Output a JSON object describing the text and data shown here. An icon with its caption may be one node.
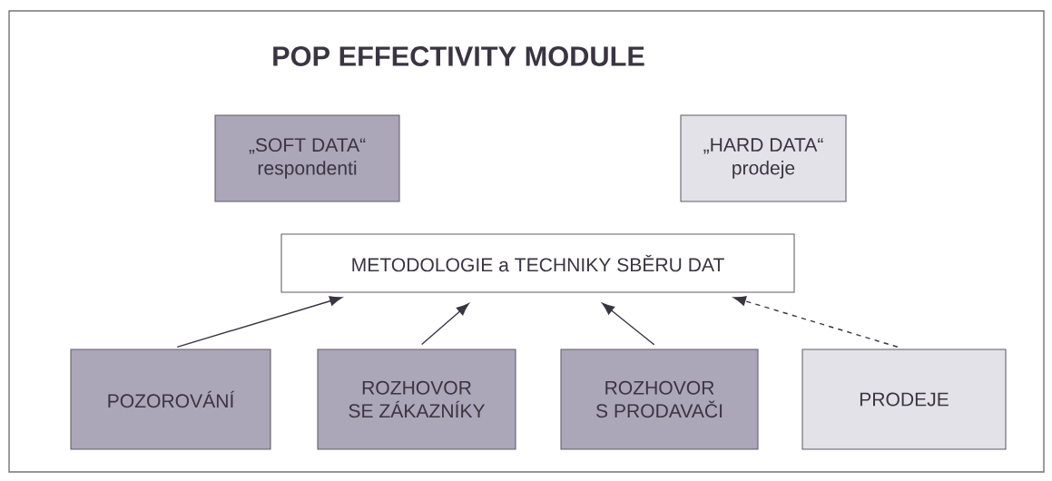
{
  "diagram": {
    "title": "POP EFFECTIVITY MODULE",
    "nodes": [
      {
        "text": [
          "„SOFT DATA“",
          "respondenti"
        ]
      },
      {
        "text": [
          "„HARD DATA“",
          "prodeje"
        ]
      },
      {
        "text": [
          "METODOLOGIE a TECHNIKY SBĚRU DAT"
        ]
      },
      {
        "text": [
          "POZOROVÁNÍ"
        ]
      },
      {
        "text": [
          "ROZHOVOR SE ZÁKAZNÍKY"
        ]
      },
      {
        "text": [
          "ROZHOVOR S PRODAVAČI"
        ]
      },
      {
        "text": [
          "PRODEJE"
        ]
      }
    ],
    "edges": [
      {
        "from": 3,
        "to": 2,
        "arrow": "to"
      },
      {
        "from": 4,
        "to": 2,
        "arrow": "to"
      },
      {
        "from": 5,
        "to": 2,
        "arrow": "to"
      },
      {
        "from": 6,
        "to": 2,
        "arrow": "to",
        "style": "dashed"
      }
    ]
  }
}
